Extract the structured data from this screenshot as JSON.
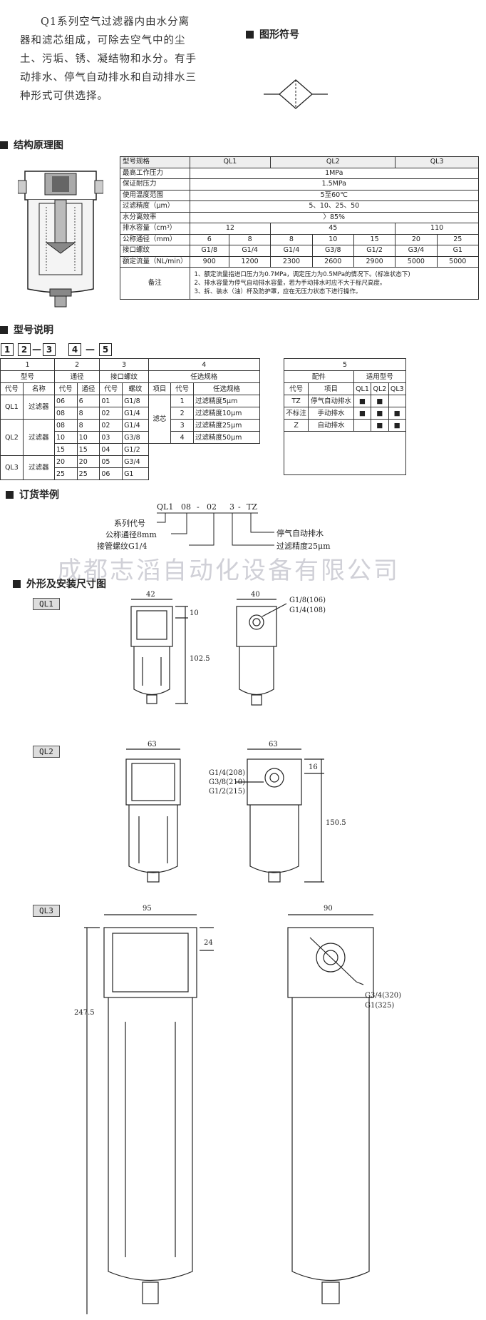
{
  "intro": "Q1系列空气过滤器内由水分离器和滤芯组成，可除去空气中的尘土、污垢、锈、凝结物和水分。有手动排水、停气自动排水和自动排水三种形式可供选择。",
  "sections": {
    "symbol": "图形符号",
    "structure": "结构原理图",
    "model": "型号说明",
    "order": "订货举例",
    "dimensions": "外形及安装尺寸图"
  },
  "spec": {
    "header": [
      "型号规格",
      "QL1",
      "QL2",
      "QL3"
    ],
    "max_pressure": {
      "label": "最高工作压力",
      "value": "1MPa"
    },
    "proof_pressure": {
      "label": "保证耐压力",
      "value": "1.5MPa"
    },
    "temp": {
      "label": "使用温度范围",
      "value": "5至60℃"
    },
    "precision": {
      "label": "过滤精度（μm）",
      "value": "5、10、25、50"
    },
    "efficiency": {
      "label": "水分离效率",
      "value": "〉85%"
    },
    "drain": {
      "label": "排水容量（cm³）",
      "values": [
        "12",
        "45",
        "110"
      ]
    },
    "bore": {
      "label": "公称通径（mm）",
      "values": [
        "6",
        "8",
        "8",
        "10",
        "15",
        "20",
        "25"
      ]
    },
    "thread": {
      "label": "接口螺纹",
      "values": [
        "G1/8",
        "G1/4",
        "G1/4",
        "G3/8",
        "G1/2",
        "G3/4",
        "G1"
      ]
    },
    "flow": {
      "label": "额定流量（NL/min）",
      "values": [
        "900",
        "1200",
        "2300",
        "2600",
        "2900",
        "5000",
        "5000"
      ]
    },
    "notes_label": "备注",
    "notes": [
      "1、额定流量指进口压力为0.7MPa，调定压力为0.5MPa的情况下。(标准状态下)",
      "2、排水容量为停气自动排水容量，若为手动排水时应不大于标尺高度。",
      "3、拆、装水（油）杯及防护罩，应在无压力状态下进行操作。"
    ]
  },
  "model_code": {
    "b1": "1",
    "b2": "2",
    "b3": "3",
    "b4": "4",
    "b5": "5",
    "dash": "—"
  },
  "model_table": {
    "groups": [
      "1",
      "2",
      "3",
      "4"
    ],
    "g_heads": [
      "型号",
      "通径",
      "接口螺纹",
      "任选规格"
    ],
    "sub": [
      "代号",
      "名称",
      "代号",
      "通径",
      "代号",
      "螺纹",
      "项目",
      "代号",
      "任选规格"
    ],
    "types": [
      {
        "code": "QL1",
        "name": "过滤器"
      },
      {
        "code": "QL2",
        "name": "过滤器"
      },
      {
        "code": "QL3",
        "name": "过滤器"
      }
    ],
    "bores": [
      [
        "06",
        "6"
      ],
      [
        "08",
        "8"
      ],
      [
        "08",
        "8"
      ],
      [
        "10",
        "10"
      ],
      [
        "15",
        "15"
      ],
      [
        "20",
        "20"
      ],
      [
        "25",
        "25"
      ]
    ],
    "threads": [
      [
        "01",
        "G1/8"
      ],
      [
        "02",
        "G1/4"
      ],
      [
        "02",
        "G1/4"
      ],
      [
        "03",
        "G3/8"
      ],
      [
        "04",
        "G1/2"
      ],
      [
        "05",
        "G3/4"
      ],
      [
        "06",
        "G1"
      ]
    ],
    "filter_item": "滤芯",
    "options": [
      [
        "1",
        "过滤精度5μm"
      ],
      [
        "2",
        "过滤精度10μm"
      ],
      [
        "3",
        "过滤精度25μm"
      ],
      [
        "4",
        "过滤精度50μm"
      ]
    ]
  },
  "acc_table": {
    "group": "5",
    "heads": [
      "配件",
      "适用型号"
    ],
    "sub": [
      "代号",
      "项目",
      "QL1",
      "QL2",
      "QL3"
    ],
    "rows": [
      {
        "code": "TZ",
        "item": "停气自动排水",
        "m": [
          "■",
          "■",
          ""
        ]
      },
      {
        "code": "不标注",
        "item": "手动排水",
        "m": [
          "■",
          "■",
          "■"
        ]
      },
      {
        "code": "Z",
        "item": "自动排水",
        "m": [
          "",
          "■",
          "■"
        ]
      }
    ]
  },
  "order": {
    "code": [
      "QL1",
      "08",
      "-",
      "02",
      "3",
      "-",
      "TZ"
    ],
    "l_series": "系列代号",
    "l_bore": "公称通径8mm",
    "l_thread": "接管螺纹G1/4",
    "l_drain": "停气自动排水",
    "l_prec": "过滤精度25μm"
  },
  "watermark": "成都志滔自动化设备有限公司",
  "dims": {
    "ql1": {
      "label": "QL1",
      "w1": "42",
      "h1": "10",
      "h2": "102.5",
      "w2": "40",
      "p1": "G1/8(106)",
      "p2": "G1/4(108)"
    },
    "ql2": {
      "label": "QL2",
      "w1": "63",
      "w2": "63",
      "h1": "16",
      "h2": "150.5",
      "p1": "G1/4(208)",
      "p2": "G3/8(210)",
      "p3": "G1/2(215)"
    },
    "ql3": {
      "label": "QL3",
      "w1": "95",
      "h1": "24",
      "h2": "247.5",
      "w2": "90",
      "p1": "G3/4(320)",
      "p2": "G1(325)"
    }
  }
}
